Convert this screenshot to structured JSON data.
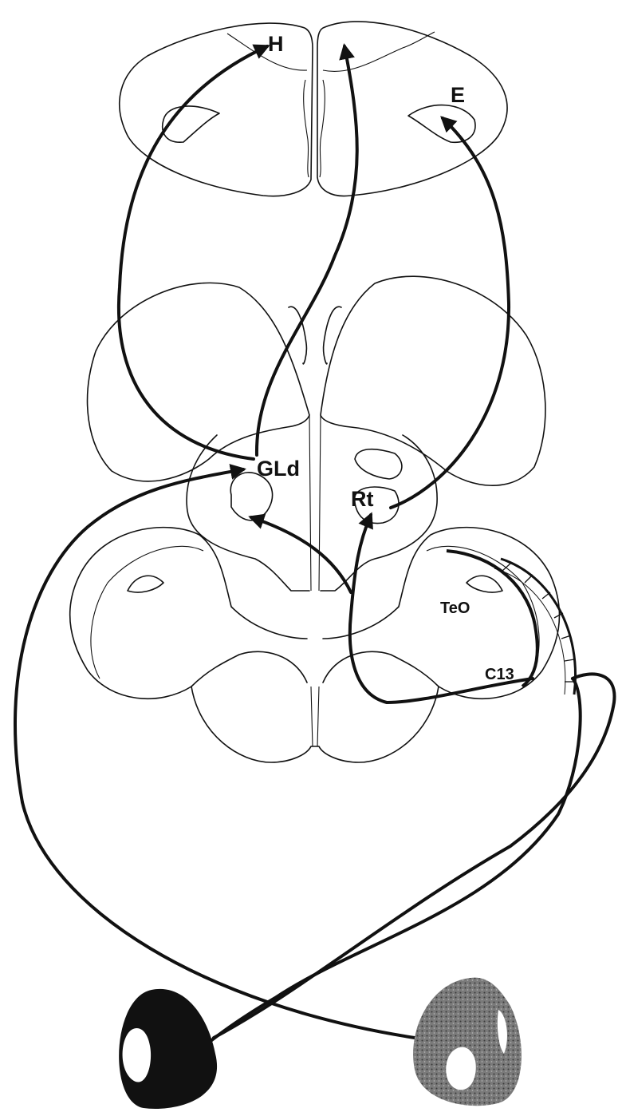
{
  "labels": {
    "hyperpallium": "H",
    "entopallium": "E",
    "gld": "GLd",
    "rt": "Rt",
    "teo": "TeO",
    "c13": "C13"
  },
  "colors": {
    "ink": "#111111",
    "left_eye": "#111111",
    "right_eye": "#6a6a6a",
    "background": "#ffffff"
  }
}
